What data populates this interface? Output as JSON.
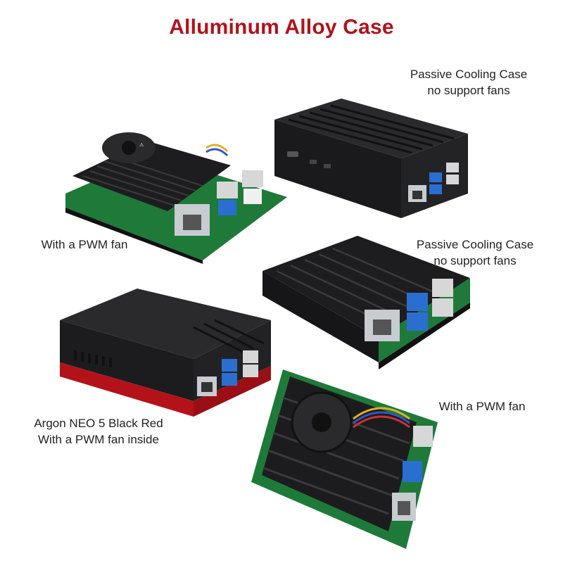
{
  "title": "Alluminum Alloy Case",
  "colors": {
    "title": "#b0121b",
    "case_black": "#1c1c1e",
    "case_red": "#b3121a",
    "pcb_green": "#1f7a3a",
    "usb_blue": "#2a6fd0",
    "metal": "#c8ccd0"
  },
  "products": [
    {
      "caption_lines": [
        "Passive Cooling Case",
        "no support fans"
      ]
    },
    {
      "caption_lines": [
        "With a PWM fan"
      ]
    },
    {
      "caption_lines": [
        "Passive Cooling Case",
        "no support fans"
      ]
    },
    {
      "caption_lines": [
        "Argon NEO 5 Black Red",
        "With a PWM fan inside"
      ]
    },
    {
      "caption_lines": [
        "With a PWM fan"
      ]
    }
  ]
}
